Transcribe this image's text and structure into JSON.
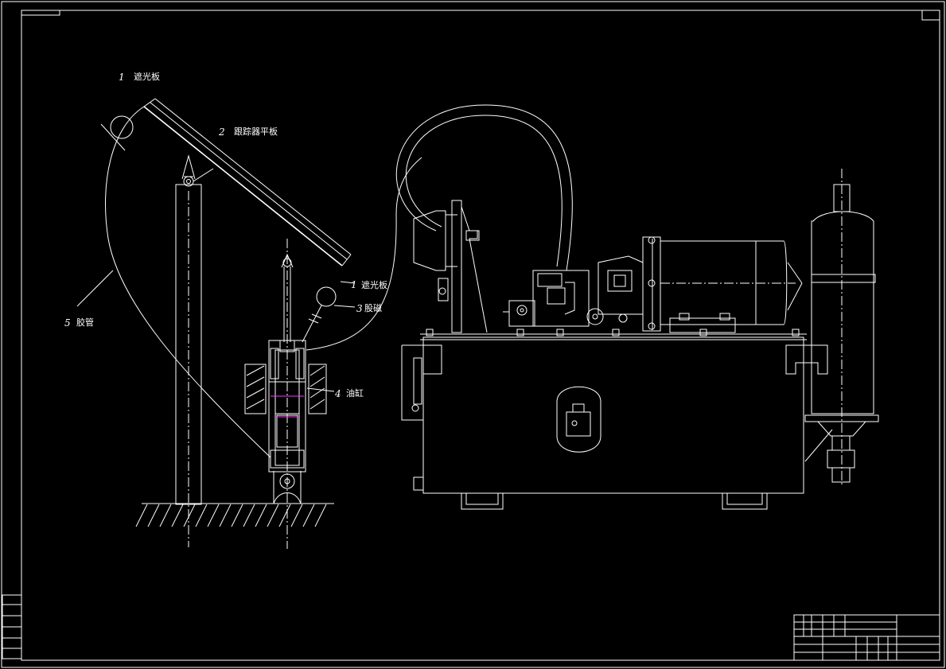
{
  "labels": {
    "l1_top": {
      "num": "1",
      "text": "遮光板"
    },
    "l2": {
      "num": "2",
      "text": "跟踪器平板"
    },
    "l1_right": {
      "num": "1",
      "text": "遮光板"
    },
    "l3": {
      "num": "3",
      "text": "股磁"
    },
    "l4": {
      "num": "4",
      "text": "油缸"
    },
    "l5": {
      "num": "5",
      "text": "胶管"
    }
  },
  "title_block": {
    "left_rows": [
      "",
      "",
      "",
      "",
      "",
      ""
    ],
    "right_lines": [
      "",
      ""
    ]
  },
  "colors": {
    "line": "#ffffff",
    "accent": "#ff33ff",
    "background": "#000000"
  }
}
